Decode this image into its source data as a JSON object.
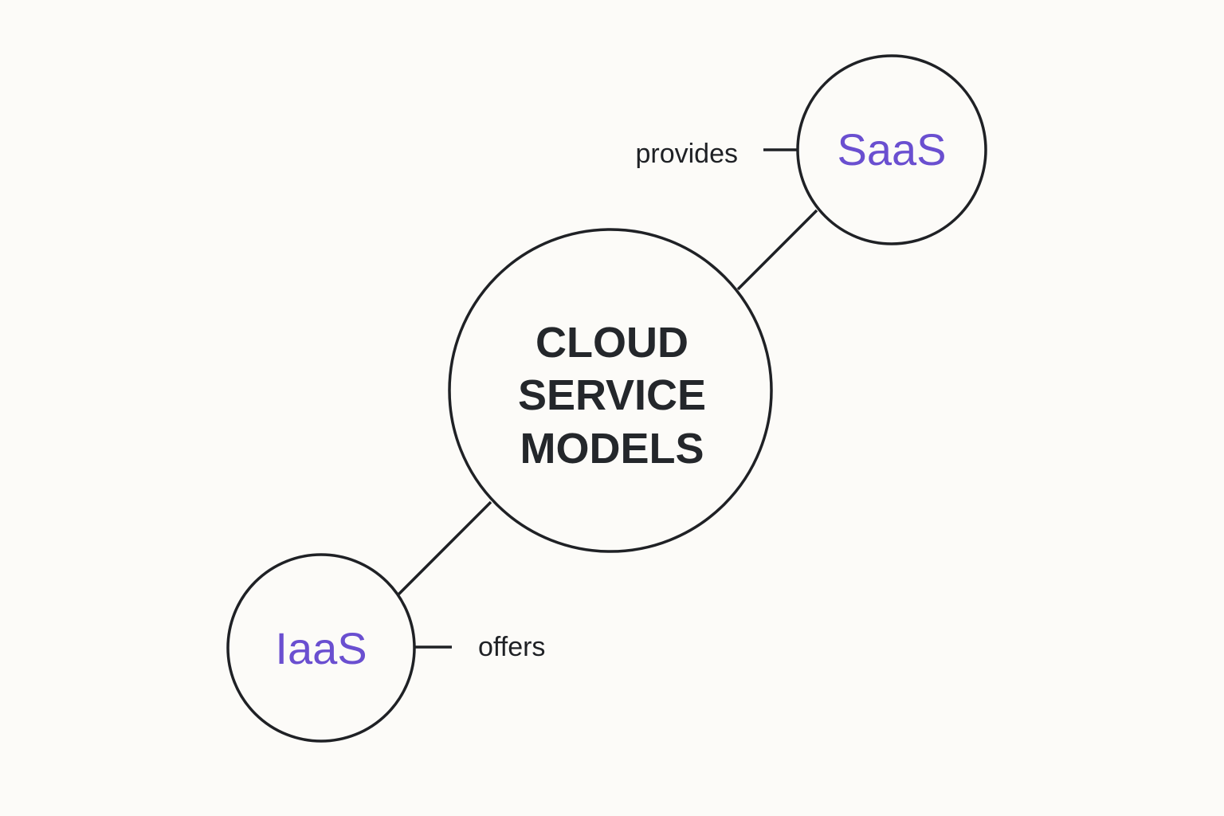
{
  "center": {
    "lines": [
      "CLOUD",
      "SERVICE",
      "MODELS"
    ]
  },
  "saas": {
    "label": "SaaS",
    "relation": "provides"
  },
  "iaas": {
    "label": "IaaS",
    "relation": "offers"
  },
  "colors": {
    "accent": "#6a4fd0",
    "ink": "#1f2125",
    "background": "#fcfbf8"
  }
}
